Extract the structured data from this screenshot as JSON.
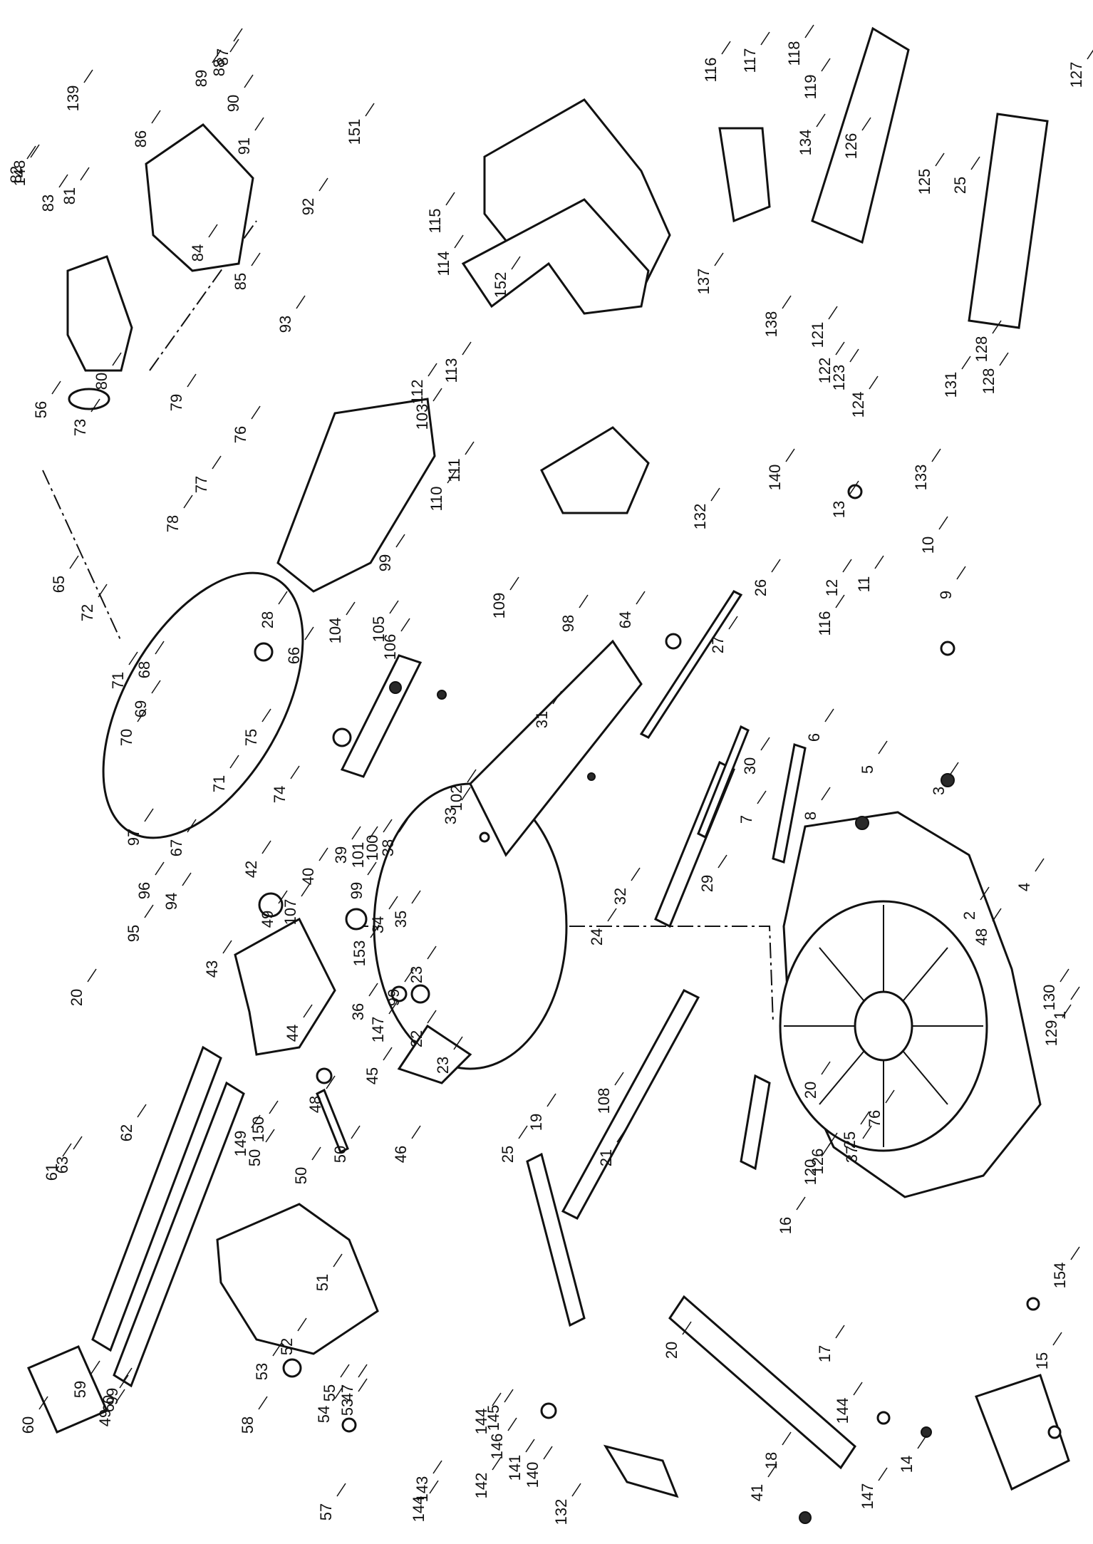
{
  "callouts": [
    "1",
    "2",
    "3",
    "4",
    "5",
    "6",
    "7",
    "8",
    "9",
    "10",
    "11",
    "12",
    "13",
    "14",
    "15",
    "16",
    "17",
    "18",
    "19",
    "20",
    "20",
    "20",
    "21",
    "22",
    "23",
    "23",
    "24",
    "25",
    "25",
    "25",
    "26",
    "27",
    "28",
    "29",
    "30",
    "31",
    "32",
    "33",
    "34",
    "35",
    "36",
    "37",
    "38",
    "39",
    "40",
    "41",
    "42",
    "43",
    "44",
    "45",
    "46",
    "47",
    "48",
    "48",
    "49",
    "49",
    "50",
    "50",
    "50",
    "51",
    "52",
    "53",
    "53",
    "54",
    "55",
    "56",
    "57",
    "58",
    "59",
    "60",
    "60",
    "61",
    "62",
    "63",
    "64",
    "65",
    "66",
    "67",
    "68",
    "69",
    "70",
    "71",
    "71",
    "72",
    "73",
    "74",
    "75",
    "76",
    "76",
    "77",
    "78",
    "79",
    "80",
    "81",
    "82",
    "83",
    "84",
    "85",
    "86",
    "87",
    "88",
    "89",
    "90",
    "91",
    "92",
    "93",
    "94",
    "95",
    "96",
    "97",
    "98",
    "99",
    "99",
    "99",
    "99",
    "100",
    "101",
    "102",
    "103",
    "104",
    "105",
    "106",
    "107",
    "108",
    "109",
    "110",
    "111",
    "112",
    "113",
    "114",
    "115",
    "116",
    "116",
    "117",
    "118",
    "119",
    "120",
    "121",
    "122",
    "123",
    "124",
    "125",
    "126",
    "126",
    "127",
    "128",
    "128",
    "129",
    "130",
    "131",
    "132",
    "132",
    "133",
    "134",
    "137",
    "138",
    "139",
    "140",
    "140",
    "141",
    "142",
    "143",
    "144",
    "144",
    "144",
    "145",
    "146",
    "147",
    "147",
    "148",
    "149",
    "150",
    "151",
    "152",
    "153",
    "154"
  ],
  "colors": {
    "ink": "#111111",
    "paper": "#ffffff"
  }
}
